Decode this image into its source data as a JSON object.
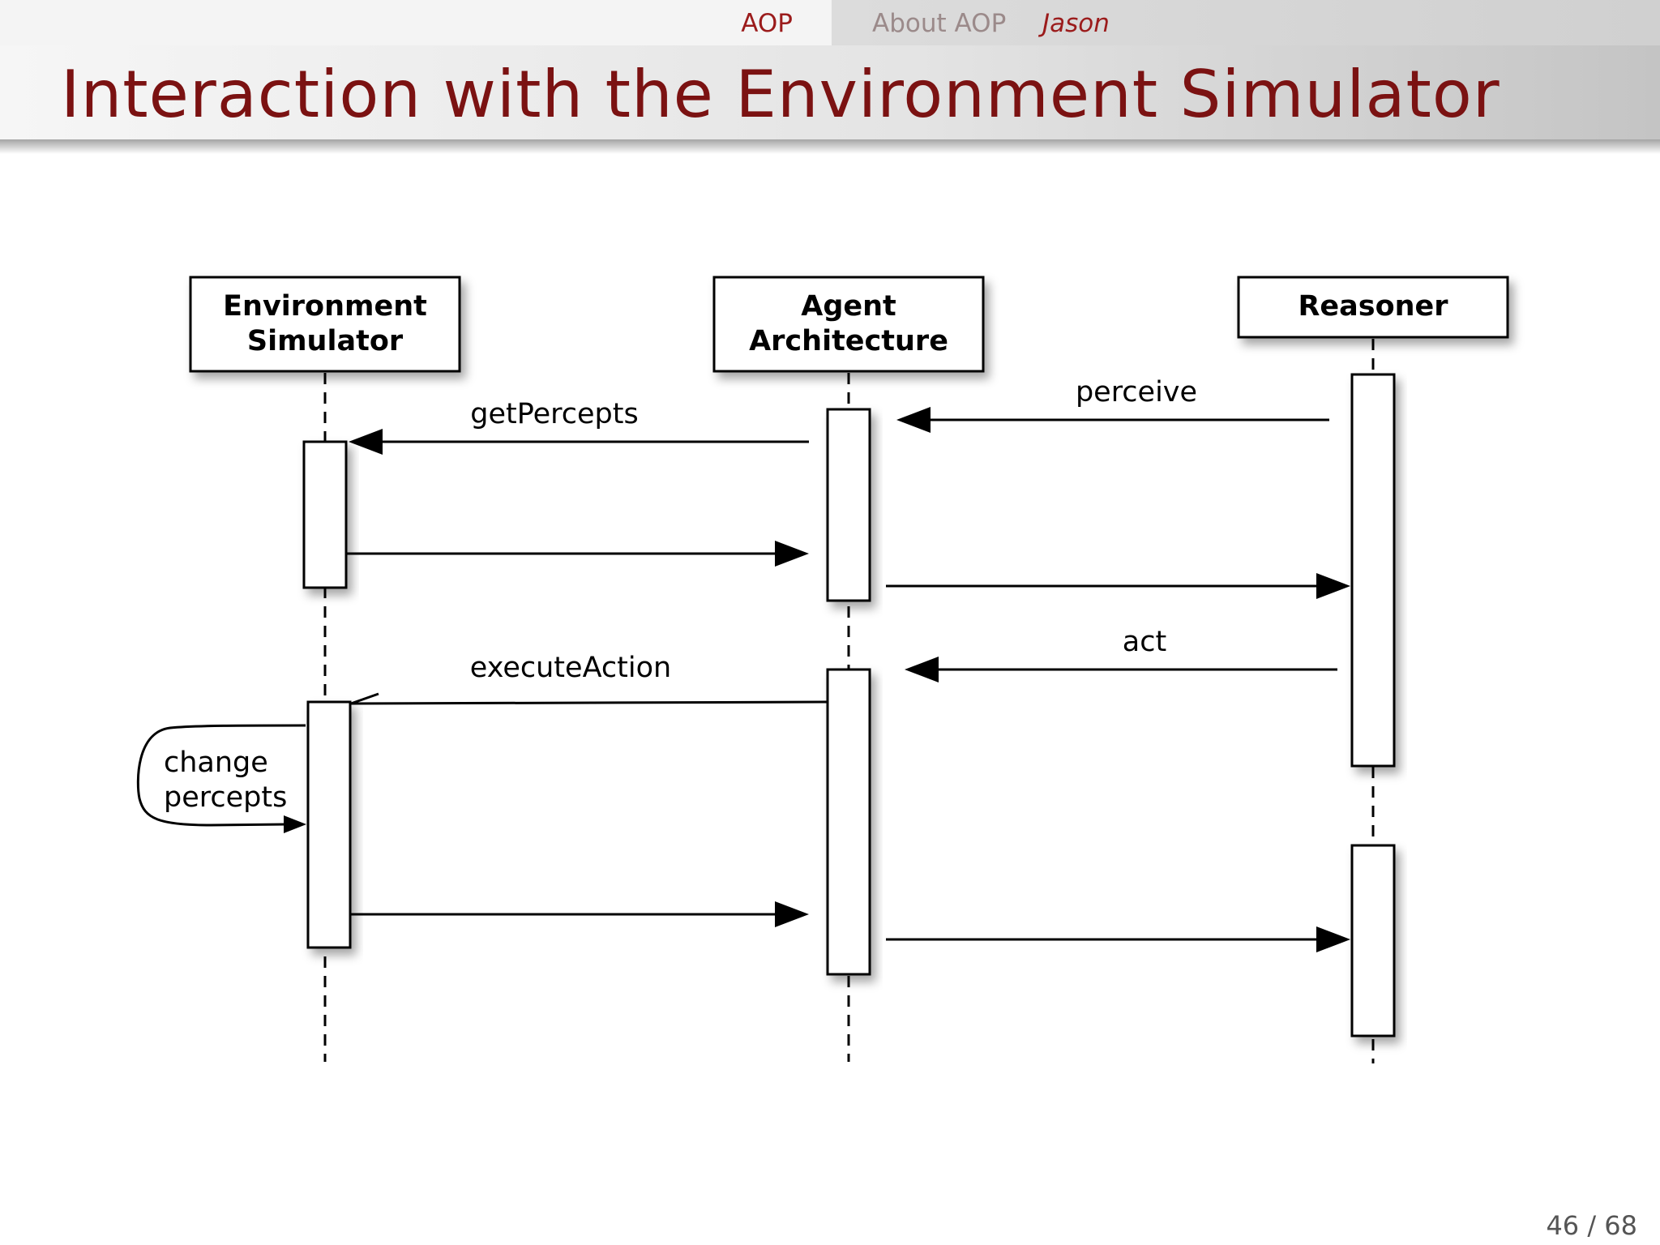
{
  "nav": {
    "section": "AOP",
    "subsection": "About AOP",
    "subsection_italic": "Jason"
  },
  "title": "Interaction with the Environment Simulator",
  "diagram": {
    "participants": {
      "environment": {
        "line1": "Environment",
        "line2": "Simulator"
      },
      "agent": {
        "line1": "Agent",
        "line2": "Architecture"
      },
      "reasoner": {
        "line1": "Reasoner"
      }
    },
    "messages": {
      "perceive": "perceive",
      "get_percepts": "getPercepts",
      "act": "act",
      "execute_action": "executeAction",
      "change_percepts_1": "change",
      "change_percepts_2": "percepts"
    }
  },
  "page_number": "46 / 68"
}
